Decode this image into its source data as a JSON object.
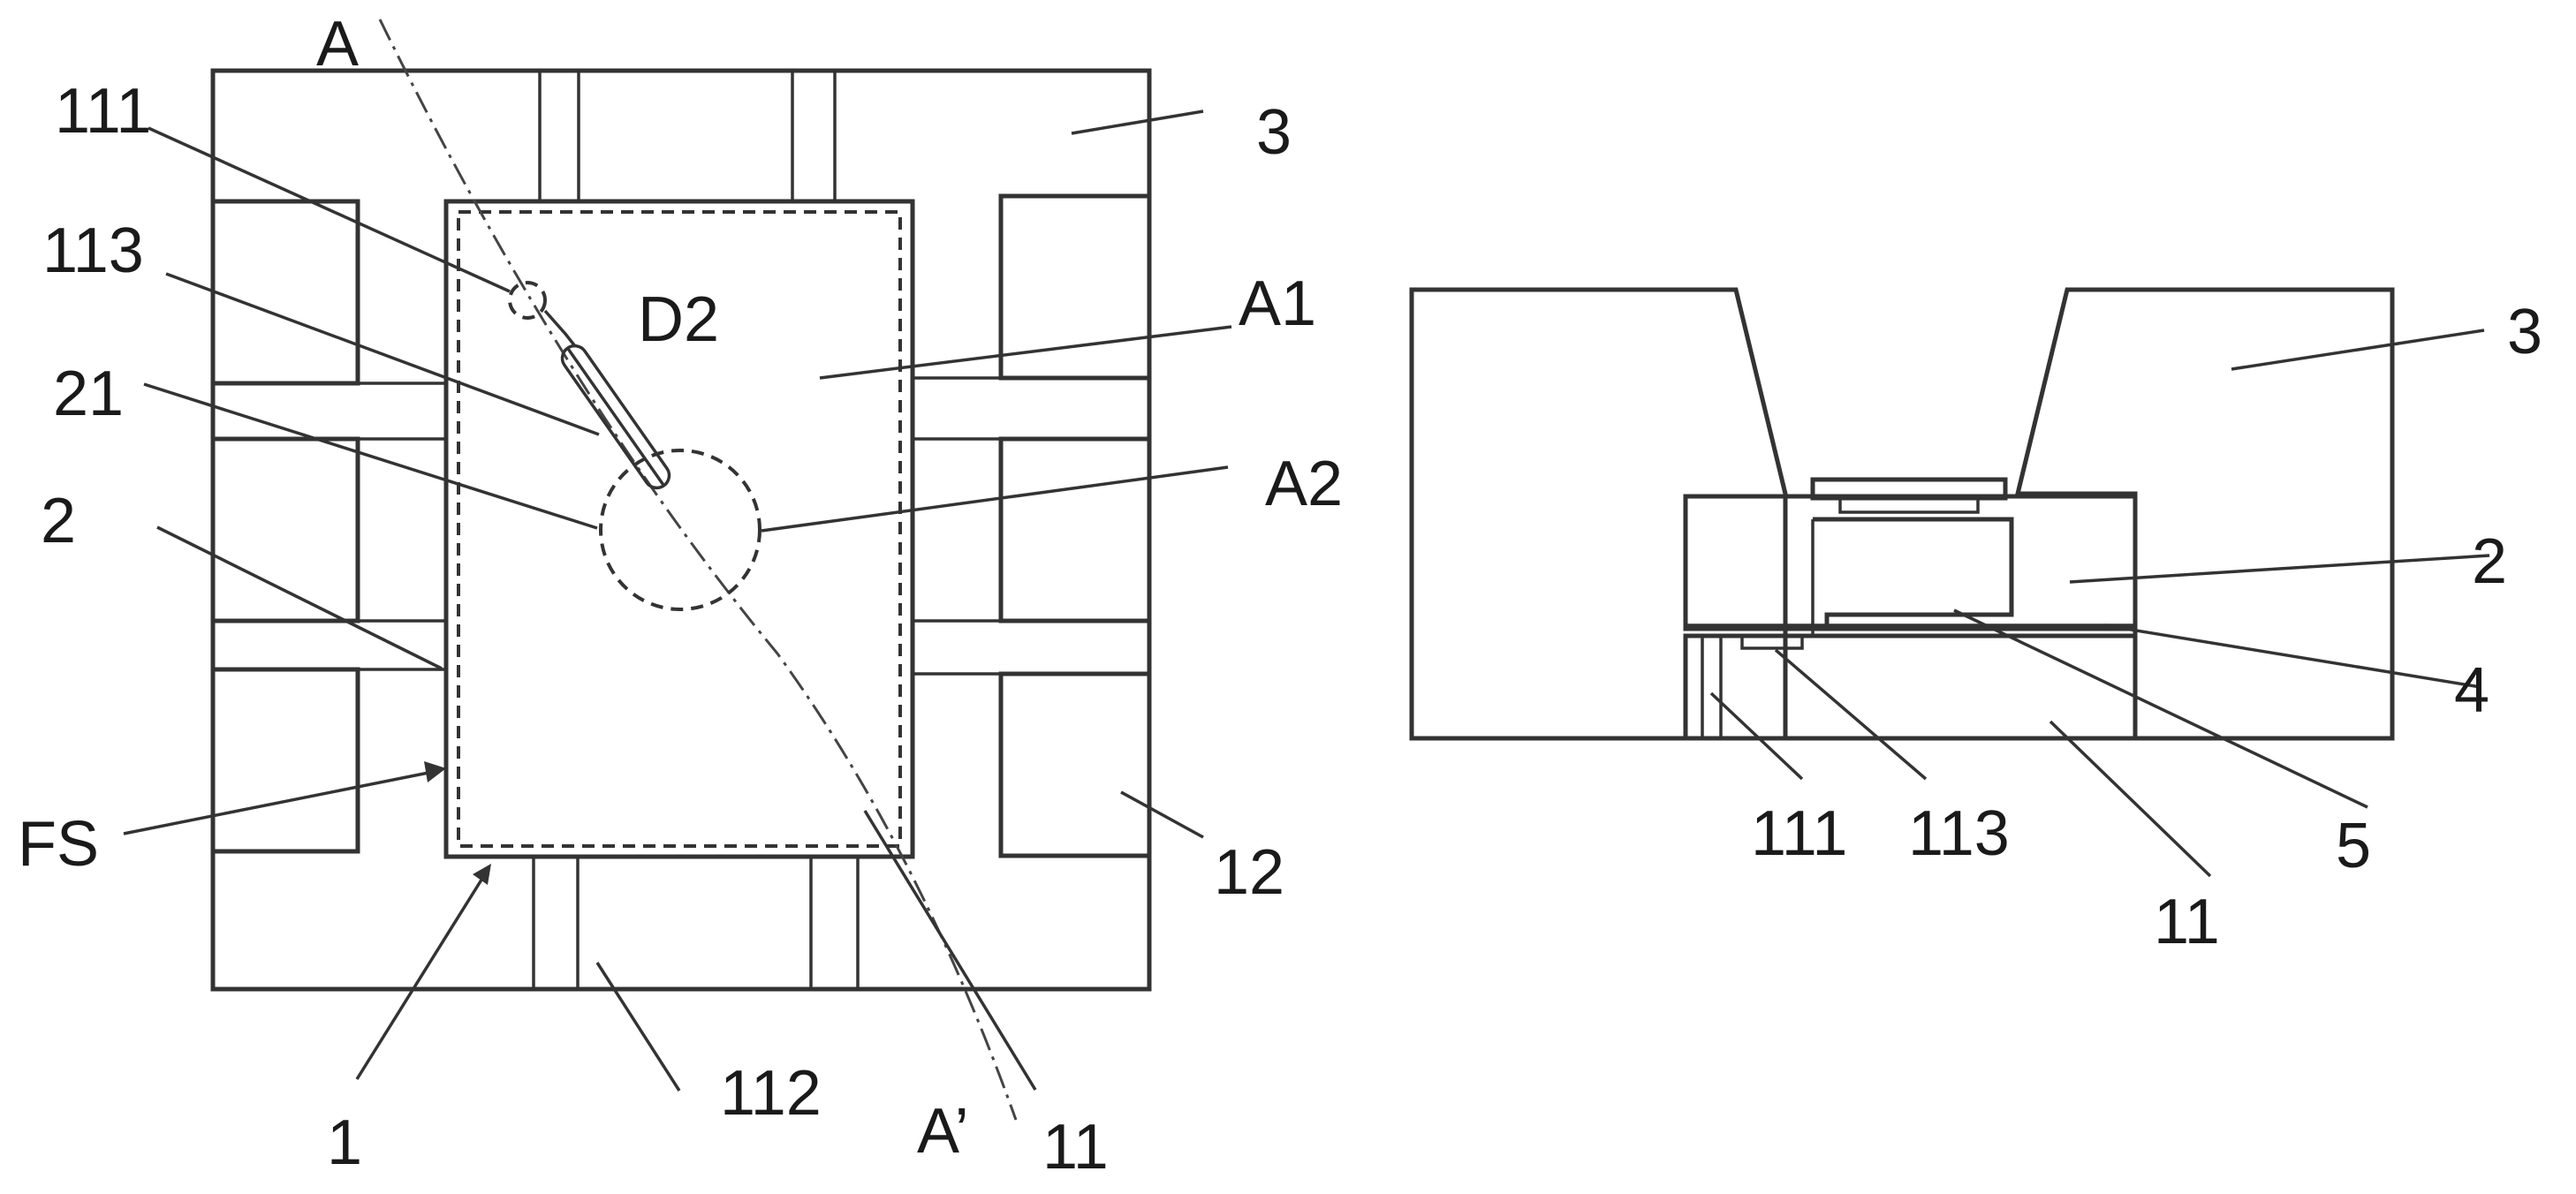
{
  "labels": {
    "top_view": {
      "A": "A",
      "A_prime": "A’",
      "n111": "111",
      "n113": "113",
      "n21": "21",
      "n2": "2",
      "FS": "FS",
      "n1": "1",
      "n112": "112",
      "n11": "11",
      "D2": "D2",
      "A1": "A1",
      "A2": "A2",
      "n3": "3",
      "n12": "12"
    },
    "cross_section": {
      "n3": "3",
      "n2": "2",
      "n4": "4",
      "n5": "5",
      "n11": "11",
      "n111": "111",
      "n113": "113"
    }
  }
}
